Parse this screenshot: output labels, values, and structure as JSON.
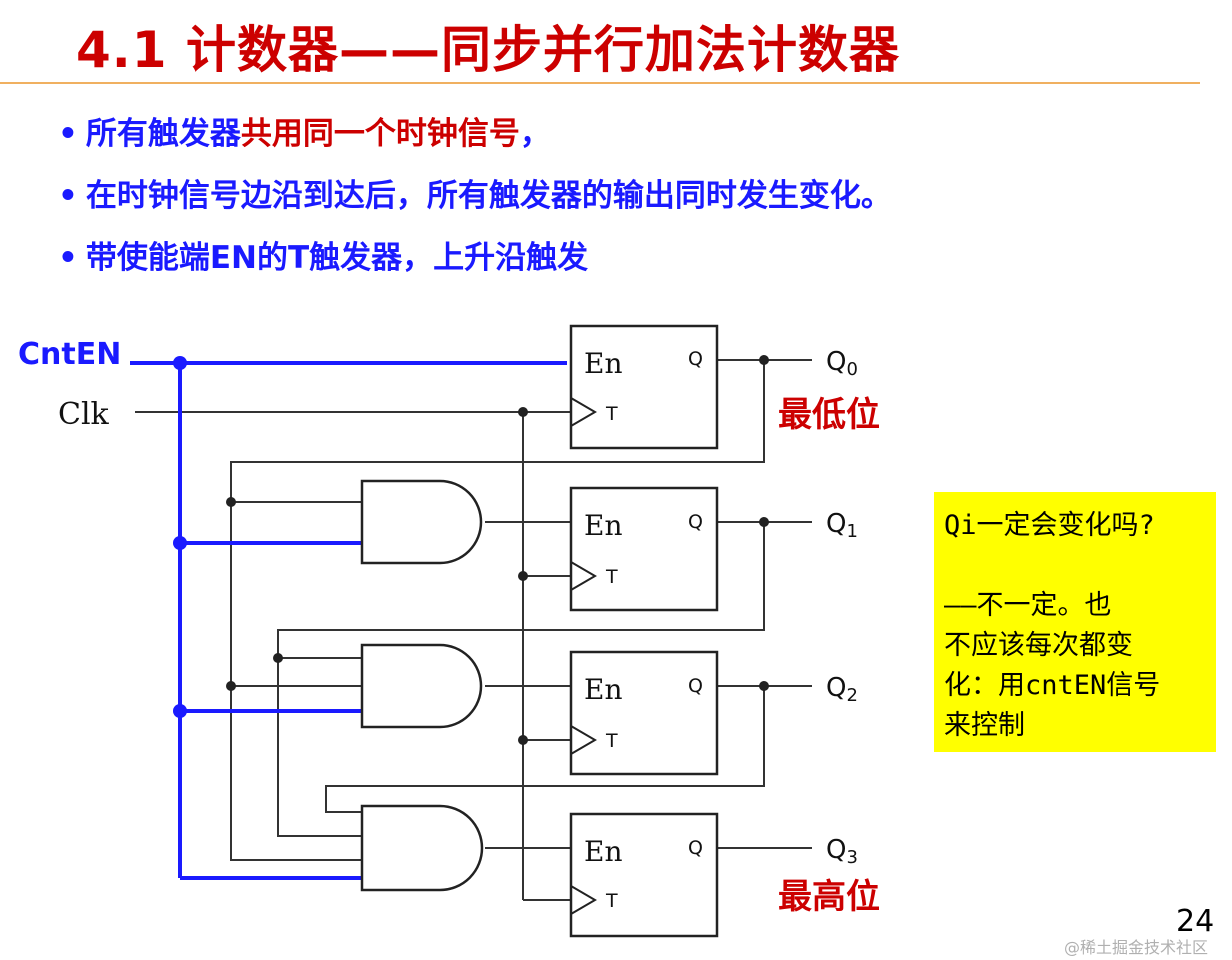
{
  "title": "4.1 计数器——同步并行加法计数器",
  "bullets": {
    "b1_part1": "所有触发器",
    "b1_part2": "共用同一个时钟信号",
    "b1_part3": "，",
    "b2": "在时钟信号边沿到达后，所有触发器的输出同时发生变化。",
    "b3": "带使能端EN的T触发器，上升沿触发"
  },
  "circuit": {
    "cnten_label": "CntEN",
    "clk_label": "Clk",
    "ff_en_label": "En",
    "ff_t_label": "T",
    "ff_q_label": "Q",
    "outputs": [
      {
        "name": "Q",
        "sub": "0"
      },
      {
        "name": "Q",
        "sub": "1"
      },
      {
        "name": "Q",
        "sub": "2"
      },
      {
        "name": "Q",
        "sub": "3"
      }
    ],
    "lsb_label": "最低位",
    "msb_label": "最高位",
    "colors": {
      "enable_wire": "#1a1aff",
      "wire": "#333333"
    }
  },
  "note": {
    "question": "Qi一定会变化吗?",
    "answer_line1": "——不一定。也",
    "answer_line2": "不应该每次都变",
    "answer_line3": "化：用cntEN信号",
    "answer_line4": "来控制"
  },
  "page_number": "24",
  "watermark": "@稀土掘金技术社区"
}
